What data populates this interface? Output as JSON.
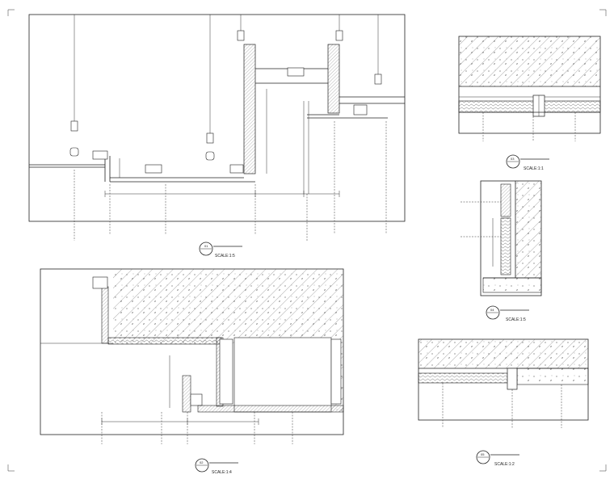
{
  "details": [
    {
      "id": "d1",
      "number": "01",
      "title": "",
      "scale": "SCALE:1:5"
    },
    {
      "id": "d2",
      "number": "02",
      "title": "",
      "scale": "SCALE:1:4"
    },
    {
      "id": "d3",
      "number": "03",
      "title": "",
      "scale": "SCALE:1:1"
    },
    {
      "id": "d4",
      "number": "04",
      "title": "",
      "scale": "SCALE:1:5"
    },
    {
      "id": "d5",
      "number": "05",
      "title": "",
      "scale": "SCALE:1:2"
    }
  ],
  "colors": {
    "line": "#222222",
    "hatch": "#555555",
    "paper": "#ffffff"
  }
}
